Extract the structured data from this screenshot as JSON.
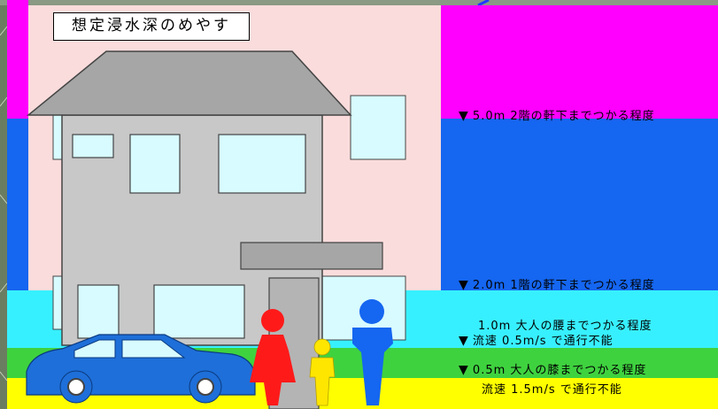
{
  "title": "想定浸水深のめやす",
  "colors": {
    "depth_over_5m": "#ff00ff",
    "depth_2_to_5m": "#1566f0",
    "depth_1_to_2m": "#37f0ff",
    "depth_05_to_1m": "#3fd23f",
    "depth_under_05m": "#ffff00",
    "panel_bg": "#fadcdc"
  },
  "legend": {
    "level_5m": {
      "marker": "▼",
      "text": "5.0m 2階の軒下までつかる程度"
    },
    "level_2m": {
      "marker": "▼",
      "text": "2.0m 1階の軒下までつかる程度"
    },
    "level_1m": {
      "text": "1.0m 大人の腰までつかる程度"
    },
    "level_1m_velocity": {
      "marker": "▼",
      "text": "流速 0.5m/s で通行不能"
    },
    "level_05m": {
      "marker": "▼",
      "text": "0.5m 大人の膝までつかる程度"
    },
    "level_05m_velocity": {
      "text": "流速 1.5m/s で通行不能"
    }
  },
  "icons": [
    "house-icon",
    "car-icon",
    "woman-icon",
    "child-icon",
    "man-icon"
  ]
}
